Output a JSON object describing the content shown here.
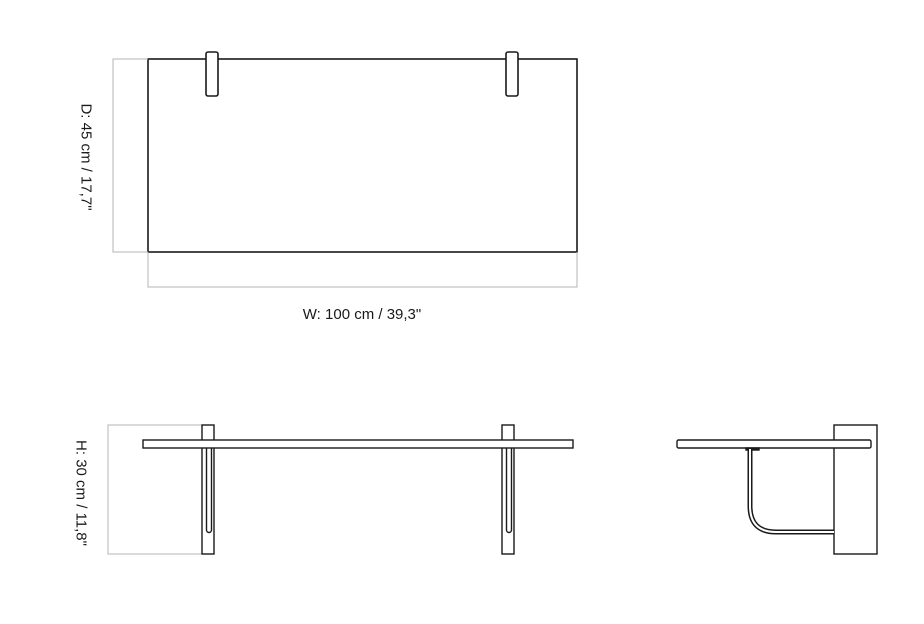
{
  "dimensions": {
    "depth": "D: 45 cm / 17,7\"",
    "width": "W: 100 cm / 39,3\"",
    "height": "H: 30 cm / 11,8\""
  },
  "colors": {
    "line": "#1a1a1a",
    "dimension_line": "#b5b5b5"
  }
}
